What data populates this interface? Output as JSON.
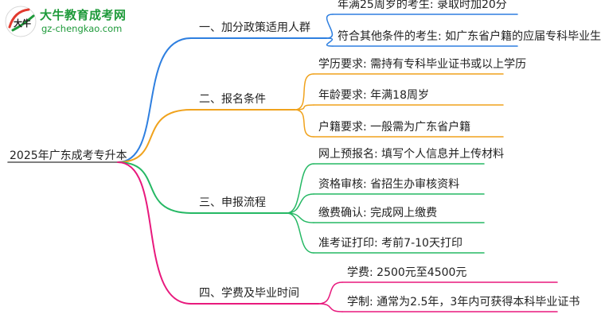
{
  "logo": {
    "title": "大牛教育成考网",
    "url": "gz-chengkao.com",
    "mark_text": "大牛"
  },
  "root": {
    "label": "2025年广东成考专升本"
  },
  "branches": [
    {
      "label": "一、加分政策适用人群",
      "color": "#2e7fe0",
      "children": [
        "年满25周岁的考生: 录取时加20分",
        "符合其他条件的考生: 如广东省户籍的应届专科毕业生"
      ]
    },
    {
      "label": "二、报名条件",
      "color": "#f0a21c",
      "children": [
        "学历要求: 需持有专科毕业证书或以上学历",
        "年龄要求: 年满18周岁",
        "户籍要求: 一般需为广东省户籍"
      ]
    },
    {
      "label": "三、申报流程",
      "color": "#25b864",
      "children": [
        "网上预报名: 填写个人信息并上传材料",
        "资格审核: 省招生办审核资料",
        "缴费确认: 完成网上缴费",
        "准考证打印: 考前7-10天打印"
      ]
    },
    {
      "label": "四、学费及毕业时间",
      "color": "#e8197d",
      "children": [
        "学费: 2500元至4500元",
        "学制: 通常为2.5年，3年内可获得本科毕业证书"
      ]
    }
  ]
}
